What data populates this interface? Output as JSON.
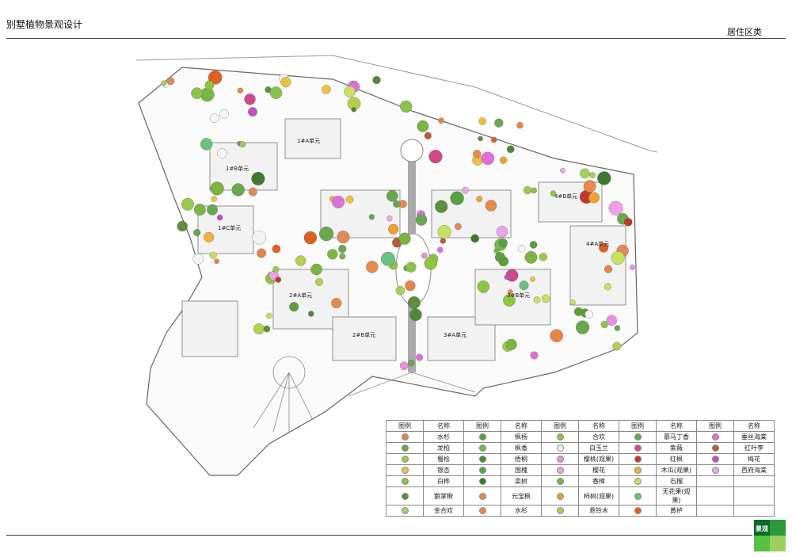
{
  "header": {
    "title": "别墅植物景观设计",
    "section": "居住区类"
  },
  "logo": {
    "text": "景观"
  },
  "plan_labels": [
    "1#B单元",
    "1#A单元",
    "1#C单元",
    "2#A单元",
    "2#B单元",
    "3#A单元",
    "3#B单元",
    "4#B单元",
    "4#A单元"
  ],
  "legend": {
    "headers": [
      "图例",
      "名称",
      "图例",
      "名称",
      "图例",
      "名称",
      "图例",
      "名称",
      "图例",
      "名称"
    ],
    "rows": [
      [
        {
          "c": "#e8834a",
          "n": "水杉"
        },
        {
          "c": "#5c9e3c",
          "n": "枫杨"
        },
        {
          "c": "#8cc63f",
          "n": "合欢"
        },
        {
          "c": "#6aa84f",
          "n": "慕马丁香"
        },
        {
          "c": "#e070d8",
          "n": "垂丝海棠"
        }
      ],
      [
        {
          "c": "#6aa84f",
          "n": "龙柏"
        },
        {
          "c": "#78b84a",
          "n": "枫香"
        },
        {
          "c": "#f4f4f4",
          "n": "白玉兰"
        },
        {
          "c": "#d04a8a",
          "n": "紫薇"
        },
        {
          "c": "#b85c3c",
          "n": "红叶李"
        }
      ],
      [
        {
          "c": "#9bc94f",
          "n": "蜀桧"
        },
        {
          "c": "#4f8a3a",
          "n": "梧桐"
        },
        {
          "c": "#ec8fe0",
          "n": "樱桃(观果)"
        },
        {
          "c": "#c0392b",
          "n": "红枫"
        },
        {
          "c": "#c050c8",
          "n": "梅花"
        }
      ],
      [
        {
          "c": "#f0c040",
          "n": "银杏"
        },
        {
          "c": "#5aa040",
          "n": "国槐"
        },
        {
          "c": "#f0a0e8",
          "n": "樱花"
        },
        {
          "c": "#f0b040",
          "n": "木瓜(观果)"
        },
        {
          "c": "#e8a8e8",
          "n": "西府海棠"
        }
      ],
      [
        {
          "c": "#8bc34a",
          "n": "白桦"
        },
        {
          "c": "#3d7a2c",
          "n": "栾树"
        },
        {
          "c": "#7cb342",
          "n": "香樟"
        },
        {
          "c": "#c8e060",
          "n": "石榴"
        },
        {
          "c": "",
          "n": ""
        }
      ],
      [
        {
          "c": "#5d8f3c",
          "n": "鹅掌楸"
        },
        {
          "c": "#e08a5a",
          "n": "元宝枫"
        },
        {
          "c": "#f0a030",
          "n": "柿树(观果)"
        },
        {
          "c": "#6cc080",
          "n": "无花果(观果)"
        },
        {
          "c": "",
          "n": ""
        }
      ],
      [
        {
          "c": "#a8d060",
          "n": "金合欢"
        },
        {
          "c": "#e88a4a",
          "n": "水杉"
        },
        {
          "c": "#b5d050",
          "n": "悬铃木"
        },
        {
          "c": "#e06020",
          "n": "黄栌"
        },
        {
          "c": "",
          "n": ""
        }
      ]
    ]
  },
  "colors": {
    "accent_green": "#0a9a4a",
    "logo_dark": "#0a6a2a",
    "logo_light": "#58c040"
  }
}
